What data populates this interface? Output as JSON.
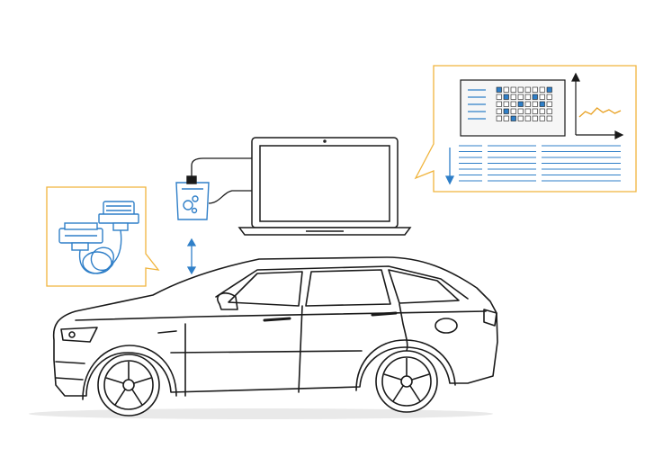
{
  "colors": {
    "outline": "#1a1a1a",
    "callout_border": "#f0b43c",
    "accent_blue": "#2f7fc8",
    "shadow": "#e9e9e9",
    "grid_cell": "#ffffff",
    "chart_line": "#e8a020"
  },
  "icons": {
    "car": "suv-icon",
    "laptop": "laptop-icon",
    "obd_adapter": "obd-adapter-icon",
    "connector_cable": "serial-connector-cable-icon",
    "data_panel": "data-dashboard-icon",
    "bidirectional_arrow": "vertical-double-arrow-icon"
  },
  "grid": {
    "rows": 5,
    "cols": 8,
    "filled": [
      [
        0,
        0
      ],
      [
        0,
        7
      ],
      [
        1,
        1
      ],
      [
        1,
        5
      ],
      [
        2,
        3
      ],
      [
        2,
        6
      ],
      [
        3,
        1
      ],
      [
        4,
        2
      ]
    ]
  },
  "trend": [
    0.2,
    0.5,
    0.35,
    0.7,
    0.45,
    0.6,
    0.4,
    0.55
  ]
}
